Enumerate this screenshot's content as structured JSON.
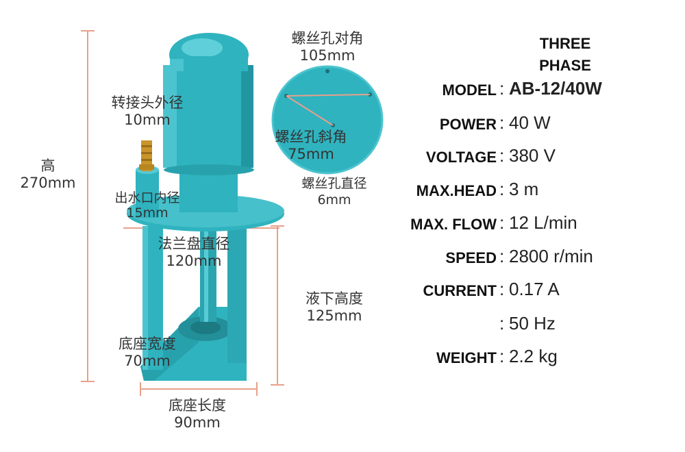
{
  "title": {
    "line1": "THREE",
    "line2": "PHASE"
  },
  "dimensions": {
    "height": {
      "label": "高",
      "value": "270mm"
    },
    "adapter_outer_diameter": {
      "label": "转接头外径",
      "value": "10mm"
    },
    "outlet_inner_diameter": {
      "label": "出水口内径",
      "value": "15mm"
    },
    "flange_diameter": {
      "label": "法兰盘直径",
      "value": "120mm"
    },
    "screw_hole_diagonal": {
      "label": "螺丝孔对角",
      "value": "105mm"
    },
    "screw_hole_oblique": {
      "label": "螺丝孔斜角",
      "value": "75mm"
    },
    "screw_hole_diameter": {
      "label": "螺丝孔直径",
      "value": "6mm"
    },
    "submerged_height": {
      "label": "液下高度",
      "value": "125mm"
    },
    "base_width": {
      "label": "底座宽度",
      "value": "70mm"
    },
    "base_length": {
      "label": "底座长度",
      "value": "90mm"
    }
  },
  "specs": [
    {
      "key": "MODEL",
      "value": "AB-12/40W"
    },
    {
      "key": "POWER",
      "value": "40 W"
    },
    {
      "key": "VOLTAGE",
      "value": "380 V"
    },
    {
      "key": "MAX.HEAD",
      "value": "3 m"
    },
    {
      "key": "MAX. FLOW",
      "value": "12 L/min"
    },
    {
      "key": "SPEED",
      "value": "2800 r/min"
    },
    {
      "key": "CURRENT",
      "value": "0.17 A"
    },
    {
      "key": "",
      "value": "50 Hz"
    },
    {
      "key": "WEIGHT",
      "value": "2.2 kg"
    }
  ],
  "colors": {
    "pump_body": "#2fb3bf",
    "pump_shadow": "#1f8f99",
    "dimension_line": "#e8a08a",
    "brass": "#c9952b"
  }
}
